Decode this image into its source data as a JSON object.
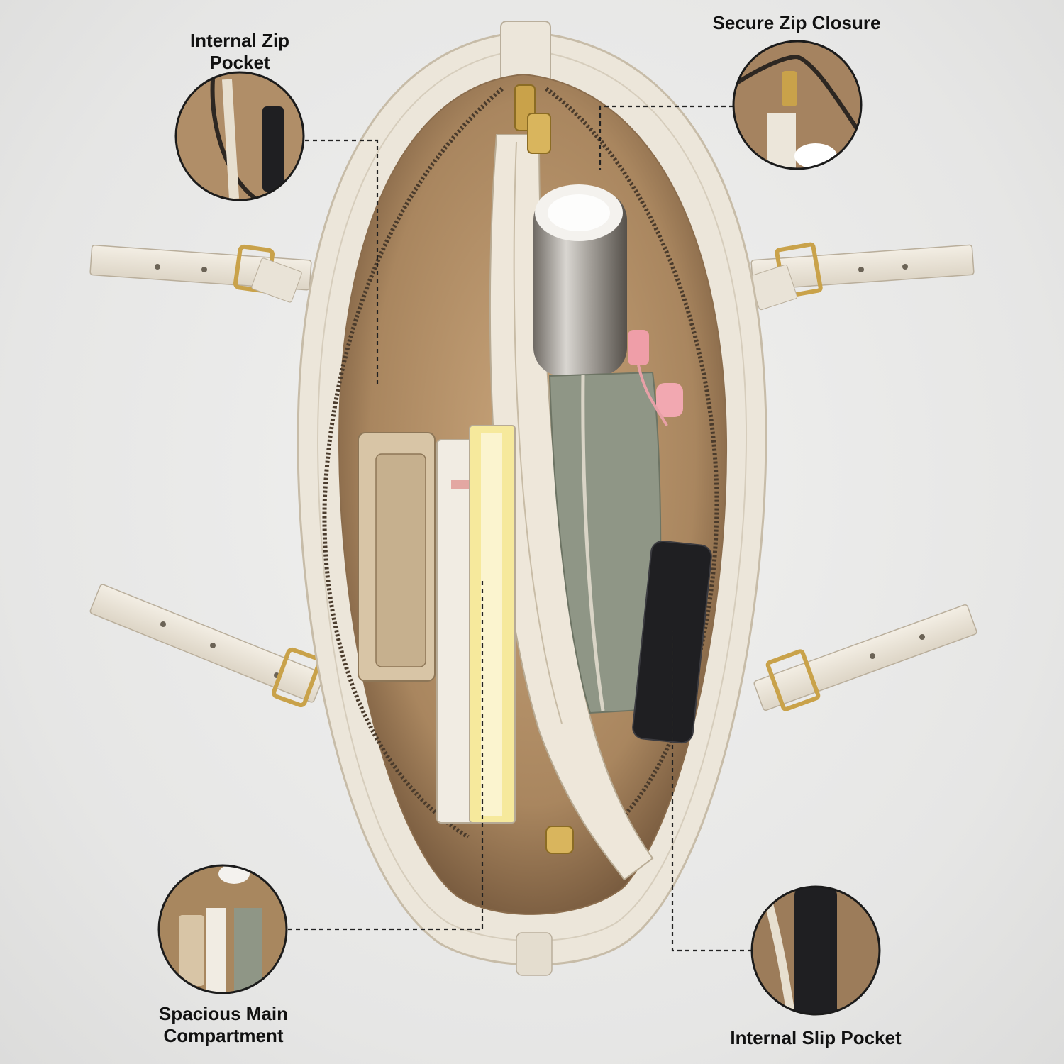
{
  "labels": {
    "internal_zip_pocket": [
      "Internal Zip",
      "Pocket"
    ],
    "secure_zip_closure": [
      "Secure Zip Closure"
    ],
    "spacious_main_compartment": [
      "Spacious Main",
      "Compartment"
    ],
    "internal_slip_pocket": [
      "Internal Slip Pocket"
    ]
  },
  "colors": {
    "background": "#e8e8e7",
    "bag_leather": "#ece6da",
    "lining": "#b08e68",
    "hardware_gold": "#c9a24a",
    "callout_line": "#222222",
    "label_text": "#111111"
  }
}
